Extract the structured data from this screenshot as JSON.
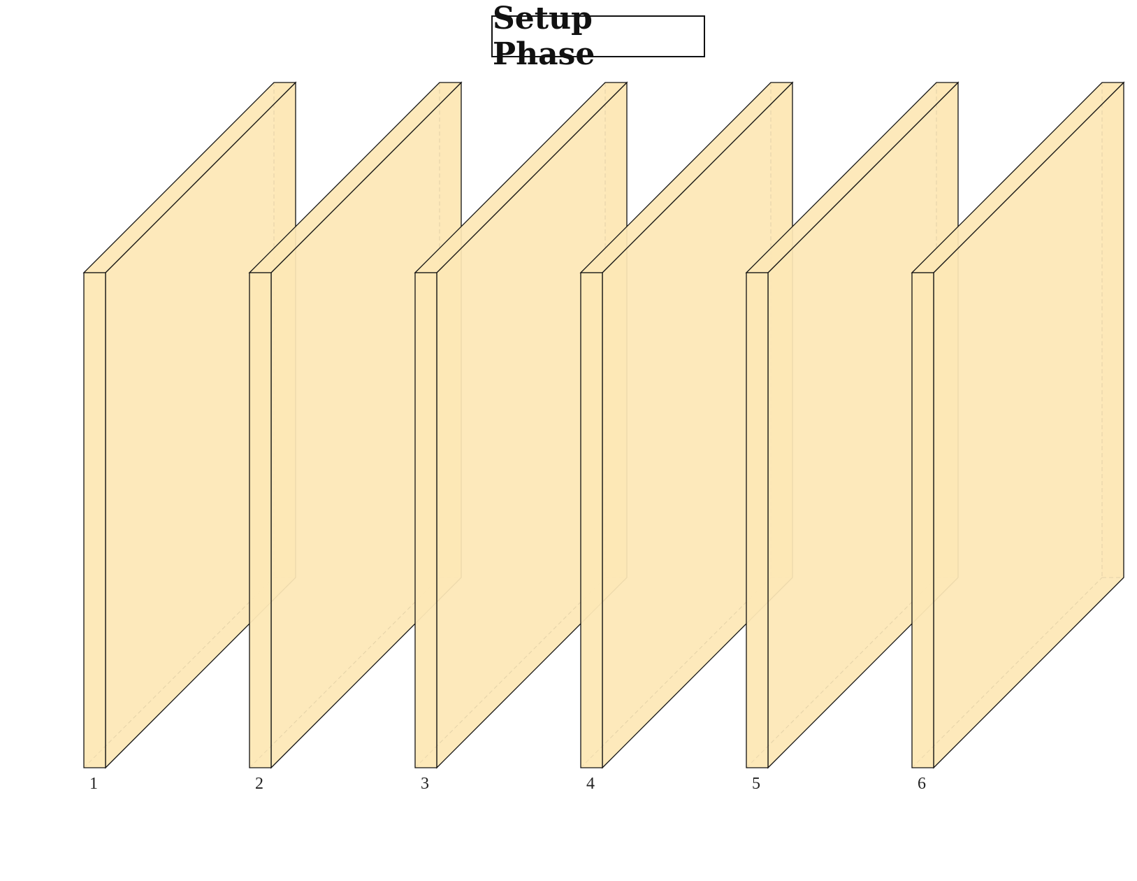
{
  "title": "Setup Phase",
  "colors": {
    "fill": "#fde8b6",
    "fill_side": "#fcd98d",
    "edge": "#111111",
    "hidden_edge": "#555555"
  },
  "layers": [
    {
      "label": "1"
    },
    {
      "label": "2"
    },
    {
      "label": "3"
    },
    {
      "label": "4"
    },
    {
      "label": "5"
    },
    {
      "label": "6"
    }
  ]
}
